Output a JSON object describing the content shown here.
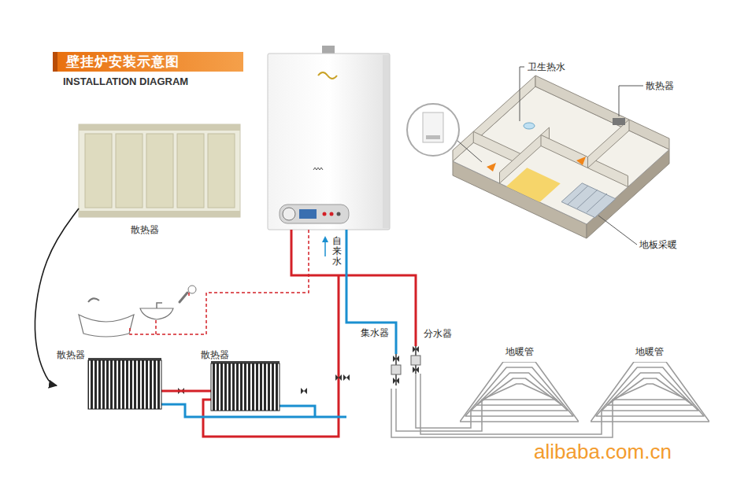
{
  "diagram": {
    "title": "壁挂炉安装示意图",
    "nodes": [
      {
        "text": [
          "散热器"
        ]
      },
      {
        "text": [
          "散热器"
        ]
      },
      {
        "text": [
          "散热器"
        ]
      },
      {
        "text": [
          "集水器"
        ]
      },
      {
        "text": [
          "分水器"
        ]
      },
      {
        "text": [
          "地暖管"
        ]
      },
      {
        "text": [
          "地暖管"
        ]
      }
    ],
    "edges": [
      {
        "from": 0,
        "to": 1,
        "arrow": "to"
      },
      {
        "from": 1,
        "to": 2,
        "arrow": "none"
      },
      {
        "from": 4,
        "to": 5,
        "arrow": "none"
      },
      {
        "from": 5,
        "to": 3,
        "arrow": "none"
      },
      {
        "from": 4,
        "to": 6,
        "arrow": "none"
      },
      {
        "from": 6,
        "to": 3,
        "arrow": "none"
      }
    ],
    "labels": [
      "INSTALLATION DIAGRAM",
      "自来水",
      "卫生热水",
      "散热器",
      "地板采暖",
      "alibaba.com.cn"
    ]
  }
}
